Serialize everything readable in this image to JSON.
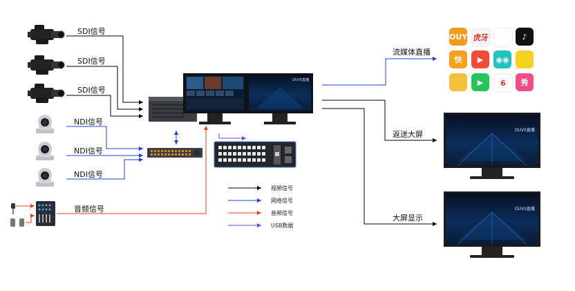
{
  "inputs": {
    "sdi": [
      "SDI信号",
      "SDI信号",
      "SDI信号"
    ],
    "ndi": [
      "NDI信号",
      "NDI信号",
      "NDI信号"
    ],
    "audio": "音频信号"
  },
  "outputs": {
    "stream": "流媒体直播",
    "return_screen": "返送大屏",
    "big_screen": "大屏显示"
  },
  "legend": [
    {
      "label": "视频信号",
      "color": "#000000"
    },
    {
      "label": "网络信号",
      "color": "#1e3fe0"
    },
    {
      "label": "音频信号",
      "color": "#e8401c"
    },
    {
      "label": "USB数据",
      "color": "#7b3fd6"
    }
  ],
  "screen_logo": "DUVS直播",
  "platform_apps": [
    {
      "name": "douyu-icon",
      "color": "#f39a1e",
      "text": "DOUYU"
    },
    {
      "name": "huya-icon",
      "color": "#f5f5f5",
      "text": "虎牙"
    },
    {
      "name": "kuaishou-live-icon",
      "color": "#ffffff",
      "text": ""
    },
    {
      "name": "douyin-icon",
      "color": "#111111",
      "text": "♪"
    },
    {
      "name": "kuaishou-icon",
      "color": "#f7a21b",
      "text": "快"
    },
    {
      "name": "play-red-icon",
      "color": "#f44a3a",
      "text": "▶"
    },
    {
      "name": "owl-icon",
      "color": "#1ec4c2",
      "text": "◉◉"
    },
    {
      "name": "yellow-face-icon",
      "color": "#f7d21c",
      "text": ""
    },
    {
      "name": "bilibili-kids-icon",
      "color": "#f6c13a",
      "text": ""
    },
    {
      "name": "iqiyi-icon",
      "color": "#27c25a",
      "text": "▶"
    },
    {
      "name": "weibo-six-icon",
      "color": "#ffffff",
      "text": "6"
    },
    {
      "name": "xiu-icon",
      "color": "#f14a8a",
      "text": "秀"
    }
  ]
}
